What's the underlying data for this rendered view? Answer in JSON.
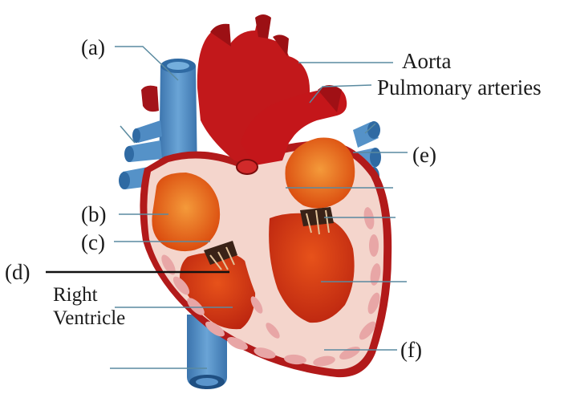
{
  "labels": {
    "a": "(a)",
    "b": "(b)",
    "c": "(c)",
    "d": "(d)",
    "e": "(e)",
    "f": "(f)",
    "aorta": "Aorta",
    "pulmonary_arteries": "Pulmonary arteries",
    "right_ventricle_line1": "Right",
    "right_ventricle_line2": "Ventricle"
  },
  "colors": {
    "vein_blue": "#5b95cc",
    "vein_dark": "#2f6aa3",
    "artery_red": "#c2181b",
    "artery_dark": "#8d0d0f",
    "chamber_orange": "#e35a12",
    "chamber_light": "#f08a2a",
    "wall_pink": "#f6d7cf",
    "muscle_pink": "#e6a6a4",
    "leader_gray": "#5a8aa0",
    "leader_black": "#111111"
  }
}
